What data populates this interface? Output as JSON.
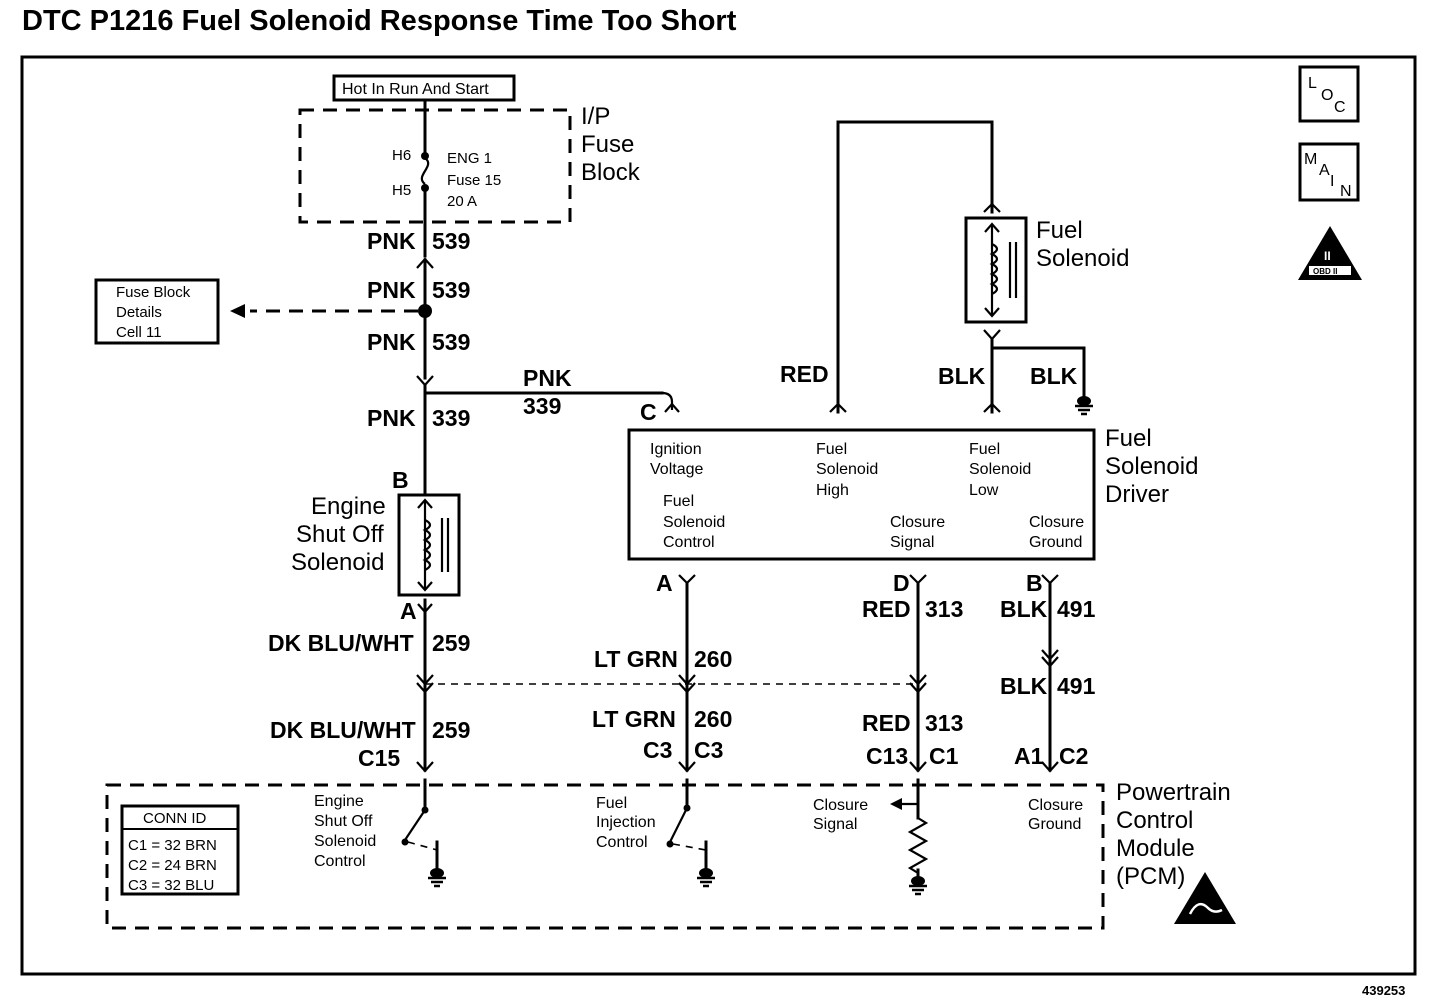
{
  "title": "DTC P1216 Fuel Solenoid Response Time Too Short",
  "figure_number": "439253",
  "side_icons": {
    "loc": [
      "L",
      "O",
      "C"
    ],
    "main": [
      "M",
      "A",
      "I",
      "N"
    ],
    "obd": [
      "II",
      "OBD II"
    ]
  },
  "fuse_block": {
    "hot_label": "Hot In Run And Start",
    "name_lines": [
      "I/P",
      "Fuse",
      "Block"
    ],
    "pins": [
      "H6",
      "H5"
    ],
    "fuse_lines": [
      "ENG 1",
      "Fuse 15",
      "20 A"
    ],
    "details_lines": [
      "Fuse Block",
      "Details",
      "Cell 11"
    ]
  },
  "wires": {
    "pnk539_a": {
      "color": "PNK",
      "circuit": "539"
    },
    "pnk539_b": {
      "color": "PNK",
      "circuit": "539"
    },
    "pnk539_c": {
      "color": "PNK",
      "circuit": "539"
    },
    "pnk339_branch": {
      "color": "PNK",
      "circuit": "339"
    },
    "pnk339_vert": {
      "color": "PNK",
      "circuit": "339"
    },
    "dkblu259_a": {
      "color": "DK BLU/WHT",
      "circuit": "259"
    },
    "dkblu259_b": {
      "color": "DK BLU/WHT",
      "circuit": "259"
    },
    "ltgrn260_a": {
      "color": "LT GRN",
      "circuit": "260"
    },
    "ltgrn260_b": {
      "color": "LT GRN",
      "circuit": "260"
    },
    "red313_a": {
      "color": "RED",
      "circuit": "313"
    },
    "red313_b": {
      "color": "RED",
      "circuit": "313"
    },
    "blk491_a": {
      "color": "BLK",
      "circuit": "491"
    },
    "blk491_b": {
      "color": "BLK",
      "circuit": "491"
    },
    "red_top": {
      "color": "RED"
    },
    "blk_top": {
      "color": "BLK"
    },
    "blk_ground": {
      "color": "BLK"
    }
  },
  "engine_shutoff_solenoid": {
    "name_lines": [
      "Engine",
      "Shut Off",
      "Solenoid"
    ],
    "pin_top": "B",
    "pin_bottom": "A"
  },
  "fuel_solenoid": {
    "name_lines": [
      "Fuel",
      "Solenoid"
    ]
  },
  "fuel_solenoid_driver": {
    "name_lines": [
      "Fuel",
      "Solenoid",
      "Driver"
    ],
    "pin_c": "C",
    "pins_bottom": [
      "A",
      "D",
      "B"
    ],
    "labels": {
      "ignition_voltage": [
        "Ignition",
        "Voltage"
      ],
      "fuel_solenoid_high": [
        "Fuel",
        "Solenoid",
        "High"
      ],
      "fuel_solenoid_low": [
        "Fuel",
        "Solenoid",
        "Low"
      ],
      "fuel_solenoid_control": [
        "Fuel",
        "Solenoid",
        "Control"
      ],
      "closure_signal": [
        "Closure",
        "Signal"
      ],
      "closure_ground": [
        "Closure",
        "Ground"
      ]
    }
  },
  "pcm": {
    "name_lines": [
      "Powertrain",
      "Control",
      "Module",
      "(PCM)"
    ],
    "connectors": [
      "C15",
      "C3",
      "C3",
      "C13",
      "C1",
      "A1",
      "C2"
    ],
    "conn_id": {
      "title": "CONN ID",
      "rows": [
        "C1 = 32 BRN",
        "C2 = 24 BRN",
        "C3 = 32 BLU"
      ]
    },
    "circuits": {
      "engine_shutoff_control": [
        "Engine",
        "Shut Off",
        "Solenoid",
        "Control"
      ],
      "fuel_injection_control": [
        "Fuel",
        "Injection",
        "Control"
      ],
      "closure_signal": [
        "Closure",
        "Signal"
      ],
      "closure_ground": [
        "Closure",
        "Ground"
      ]
    }
  }
}
